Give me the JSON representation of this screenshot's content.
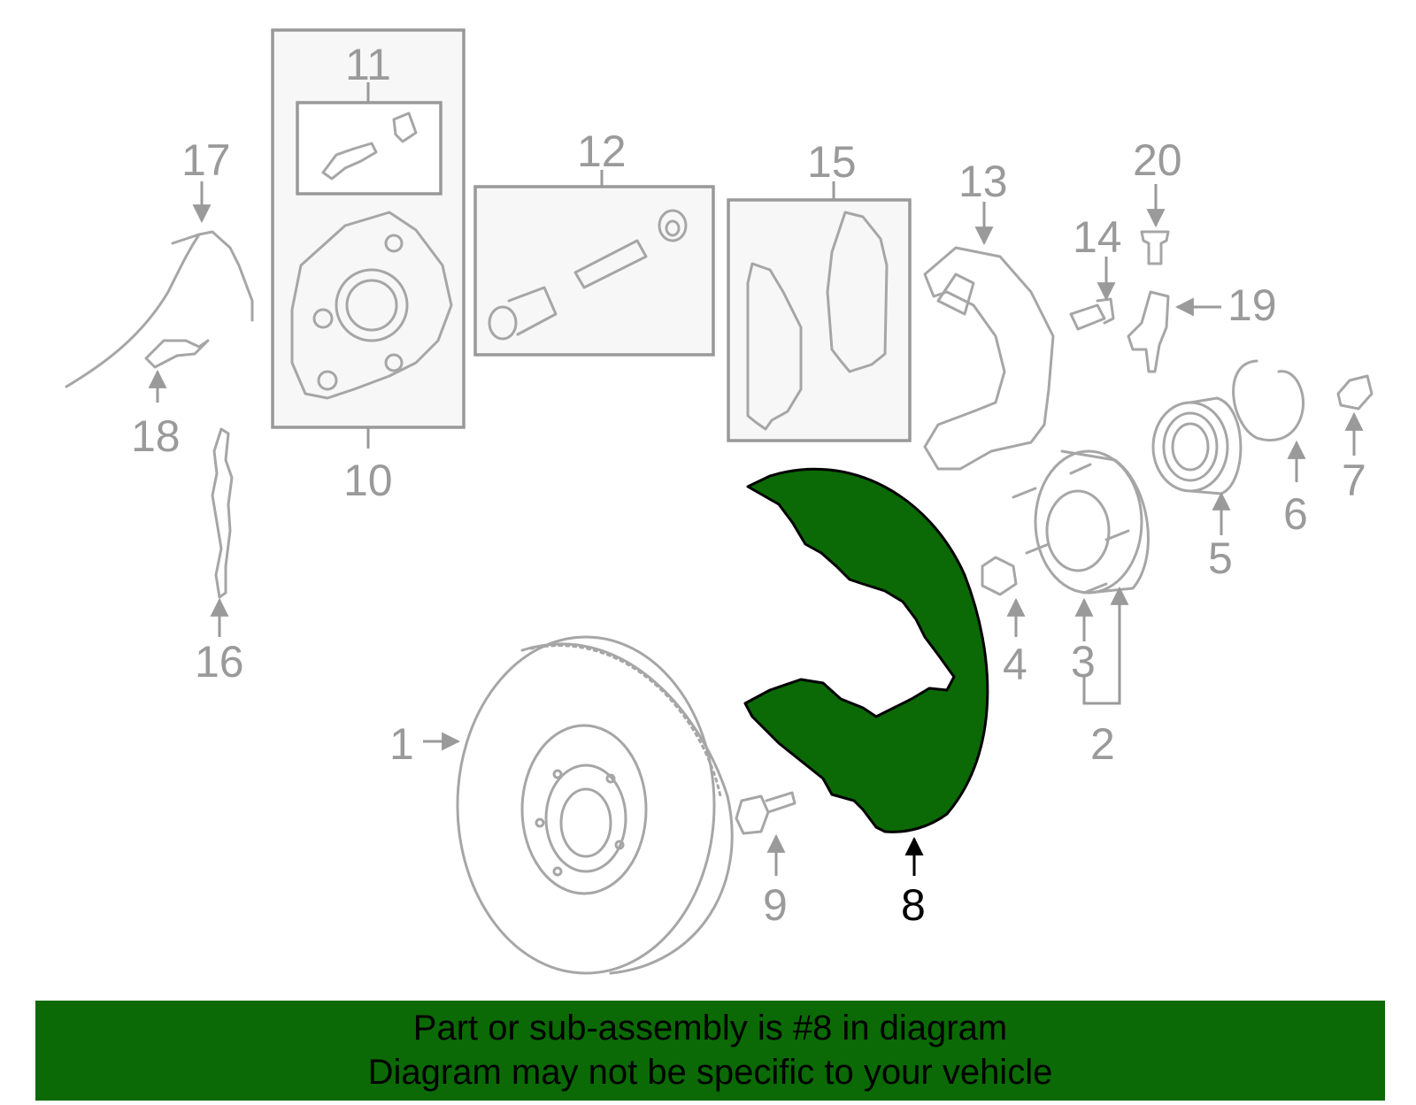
{
  "callouts": {
    "c1": "1",
    "c2": "2",
    "c3": "3",
    "c4": "4",
    "c5": "5",
    "c6": "6",
    "c7": "7",
    "c8": "8",
    "c9": "9",
    "c10": "10",
    "c11": "11",
    "c12": "12",
    "c13": "13",
    "c14": "14",
    "c15": "15",
    "c16": "16",
    "c17": "17",
    "c18": "18",
    "c19": "19",
    "c20": "20"
  },
  "highlight": {
    "part": "8",
    "color": "#0b6a05"
  },
  "banner": {
    "line1": "Part or sub-assembly is #8 in diagram",
    "line2": "Diagram may not be specific to your vehicle",
    "background": "#0b6a05"
  }
}
